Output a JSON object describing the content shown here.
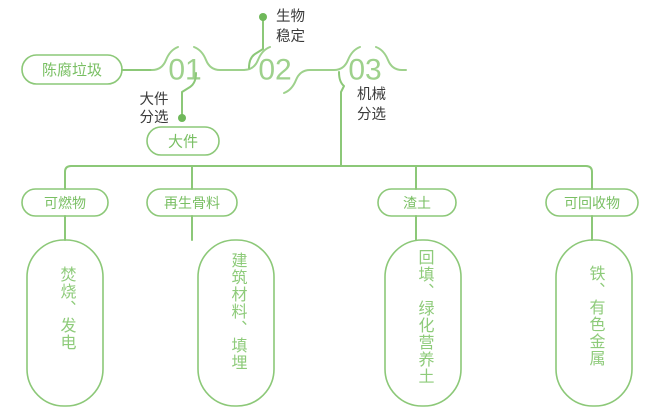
{
  "diagram": {
    "type": "process-flow",
    "accent_color": "#8cc878",
    "accent_color_light": "#9ed18c",
    "text_color_dark": "#3a3a3a",
    "background": "#ffffff",
    "source": {
      "label": "陈腐垃圾"
    },
    "stages": [
      {
        "number": "01",
        "annotation": "大件\n分选",
        "annotation_line1": "大件",
        "annotation_line2": "分选",
        "output_label": "大件",
        "output_direction": "down"
      },
      {
        "number": "02",
        "annotation": "生物\n稳定",
        "annotation_line1": "生物",
        "annotation_line2": "稳定",
        "output_label": "",
        "output_direction": "up"
      },
      {
        "number": "03",
        "annotation": "机械\n分选",
        "annotation_line1": "机械",
        "annotation_line2": "分选",
        "output_label": "",
        "output_direction": "down"
      }
    ],
    "branches": [
      {
        "category": "可燃物",
        "destination": "焚烧、发电"
      },
      {
        "category": "再生骨料",
        "destination": "建筑材料、填埋"
      },
      {
        "category": "渣土",
        "destination": "回填、绿化营养土"
      },
      {
        "category": "可回收物",
        "destination": "铁、有色金属"
      }
    ]
  }
}
